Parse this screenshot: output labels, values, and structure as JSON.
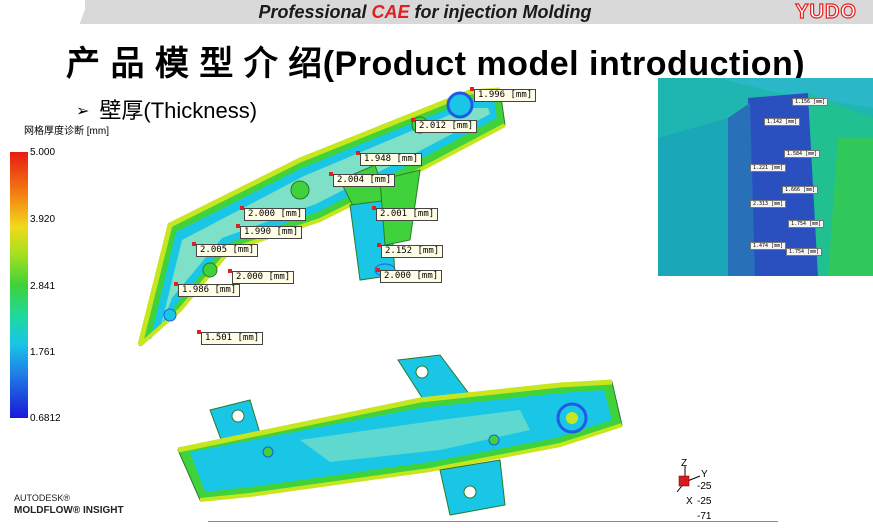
{
  "header": {
    "title_prefix": "Professional ",
    "title_accent": "CAE",
    "title_suffix": " for injection Molding",
    "logo": "YUDO"
  },
  "page": {
    "title": "产 品 模 型 介 绍(Product model introduction)",
    "bullet": "壁厚(Thickness)"
  },
  "scale": {
    "title": "网格厚度诊断 [mm]",
    "ticks": [
      "5.000",
      "3.920",
      "2.841",
      "1.761",
      "0.6812"
    ]
  },
  "labels": [
    "1.996 [mm]",
    "2.012 [mm]",
    "1.948 [mm]",
    "2.004 [mm]",
    "2.000 [mm]",
    "1.990 [mm]",
    "2.001 [mm]",
    "2.005 [mm]",
    "2.152 [mm]",
    "2.000 [mm]",
    "2.000 [mm]",
    "1.986 [mm]",
    "1.501 [mm]"
  ],
  "inset_labels": [
    "1.156 [mm]",
    "1.142 [mm]",
    "1.584 [mm]",
    "1.221 [mm]",
    "1.666 [mm]",
    "2.313 [mm]",
    "1.754 [mm]",
    "1.474 [mm]",
    "1.754 [mm]"
  ],
  "footer": {
    "brand_line1": "AUTODESK®",
    "brand_line2": "MOLDFLOW® INSIGHT"
  },
  "triad": {
    "z": "Z",
    "y": "Y",
    "x": "X",
    "v1": "-25",
    "v2": "-25",
    "v3": "-71"
  },
  "colors": {
    "accent": "#e02020",
    "mesh_green": "#3fd23a",
    "mesh_cyan": "#19c6e6",
    "mesh_yellow": "#c8e61f",
    "mesh_blue": "#1f5be6"
  }
}
